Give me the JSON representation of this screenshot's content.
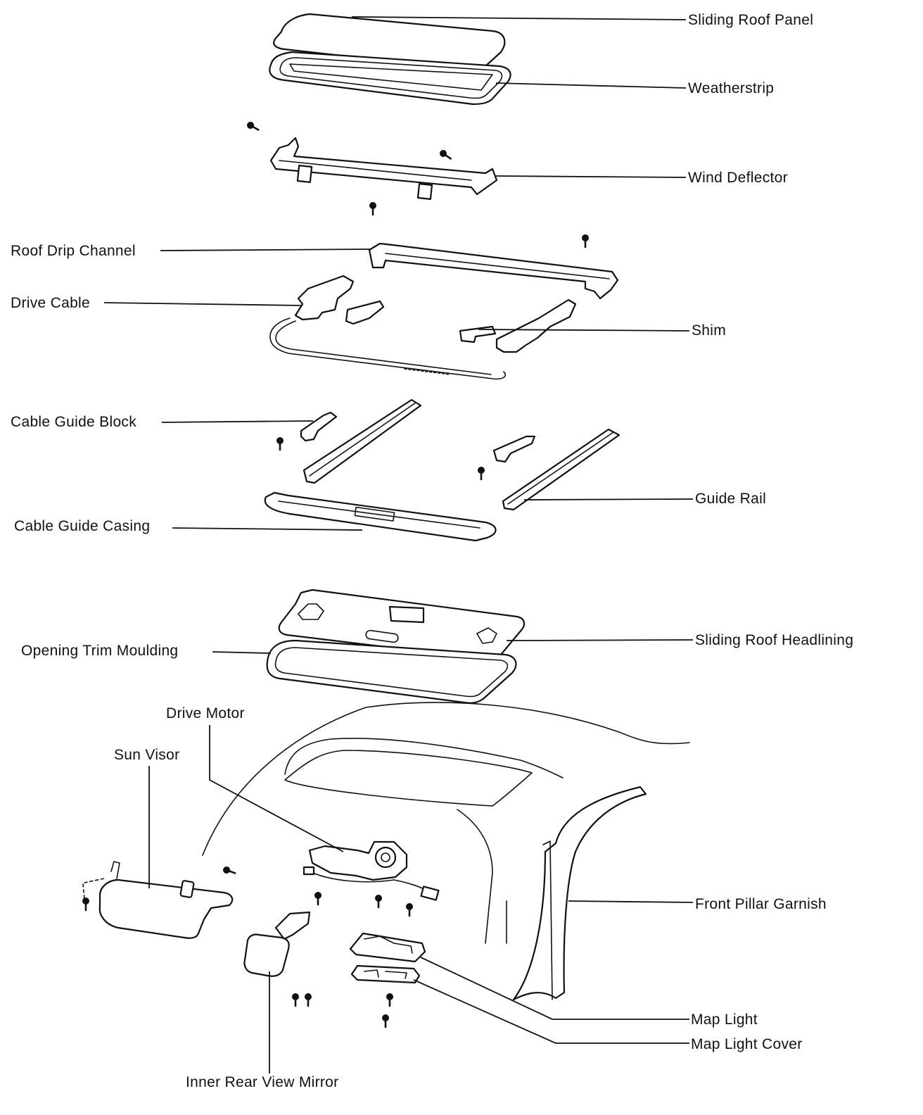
{
  "labels": {
    "sliding_roof_panel": "Sliding Roof Panel",
    "weatherstrip": "Weatherstrip",
    "wind_deflector": "Wind Deflector",
    "roof_drip_channel": "Roof Drip Channel",
    "drive_cable": "Drive Cable",
    "shim": "Shim",
    "cable_guide_block": "Cable Guide Block",
    "guide_rail": "Guide Rail",
    "cable_guide_casing": "Cable Guide Casing",
    "sliding_roof_headlining": "Sliding Roof Headlining",
    "opening_trim_moulding": "Opening Trim Moulding",
    "drive_motor": "Drive Motor",
    "sun_visor": "Sun Visor",
    "front_pillar_garnish": "Front Pillar Garnish",
    "map_light": "Map Light",
    "map_light_cover": "Map Light Cover",
    "inner_rear_view_mirror": "Inner Rear View Mirror"
  },
  "colors": {
    "ink": "#111111",
    "paper": "#ffffff"
  }
}
